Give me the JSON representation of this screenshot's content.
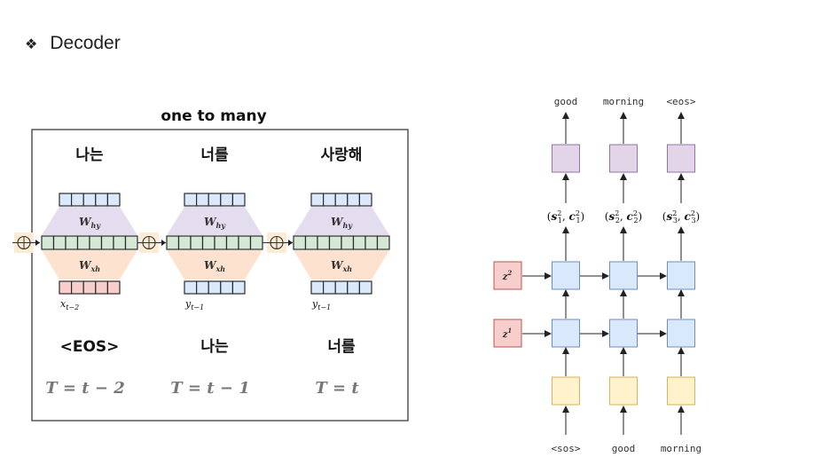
{
  "heading": {
    "bullet": "❖",
    "text": "Decoder"
  },
  "left_diagram": {
    "title": "one to many",
    "steps": [
      {
        "output_word": "나는",
        "w_top": "W",
        "w_top_sub": "hy",
        "w_bottom": "W",
        "w_bottom_sub": "xh",
        "input_sym": "x",
        "input_sub": "t−2",
        "input_word": "<EOS>",
        "time": "T = t − 2"
      },
      {
        "output_word": "너를",
        "w_top": "W",
        "w_top_sub": "hy",
        "w_bottom": "W",
        "w_bottom_sub": "xh",
        "input_sym": "y",
        "input_sub": "t−1",
        "input_word": "나는",
        "time": "T = t − 1"
      },
      {
        "output_word": "사랑해",
        "w_top": "W",
        "w_top_sub": "hy",
        "w_bottom": "W",
        "w_bottom_sub": "xh",
        "input_sym": "y",
        "input_sub": "t−1",
        "input_word": "너를",
        "time": "T = t"
      }
    ],
    "plus_symbol": "⊕"
  },
  "right_diagram": {
    "outputs": [
      "good",
      "morning",
      "<eos>"
    ],
    "states": [
      {
        "s": "s",
        "c": "c",
        "sup": "2",
        "sub": "1"
      },
      {
        "s": "s",
        "c": "c",
        "sup": "2",
        "sub": "2"
      },
      {
        "s": "s",
        "c": "c",
        "sup": "2",
        "sub": "3"
      }
    ],
    "z_labels": [
      {
        "base": "z",
        "sup": "2"
      },
      {
        "base": "z",
        "sup": "1"
      }
    ],
    "inputs": [
      "<sos>",
      "good",
      "morning"
    ]
  },
  "colors": {
    "purple_box": "#e1d5e7",
    "purple_border": "#9673a6",
    "blue_box": "#dae8fc",
    "blue_border": "#6c8ebf",
    "yellow_box": "#fff2cc",
    "yellow_border": "#d6b656",
    "red_box": "#f8cecc",
    "red_border": "#b85450",
    "green_cell": "#d5e8d4",
    "lavender_trap": "#e4dcef",
    "peach_trap": "#fde3cf"
  }
}
